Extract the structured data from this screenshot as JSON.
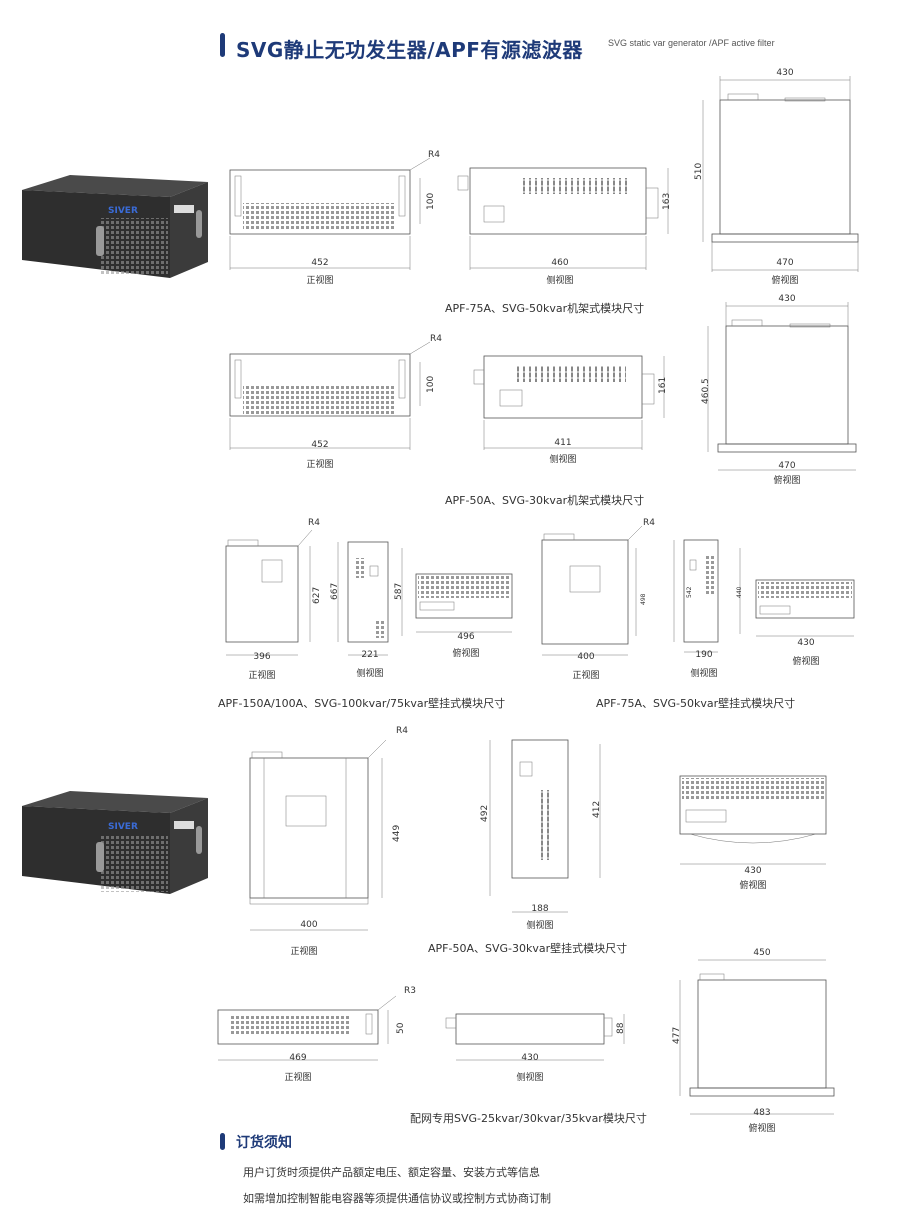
{
  "header": {
    "title": "SVG静止无功发生器/APF有源滤波器",
    "subtitle": "SVG static var generator /APF active filter"
  },
  "views": {
    "front": "正视图",
    "side": "侧视图",
    "top": "俯视图"
  },
  "sections": {
    "s1": {
      "caption": "APF-75A、SVG-50kvar机架式模块尺寸",
      "front_w": "452",
      "front_h": "100",
      "radius": "R4",
      "side_w": "460",
      "side_h": "163",
      "top_w": "470",
      "top_w2": "430",
      "top_d": "510"
    },
    "s2": {
      "caption": "APF-50A、SVG-30kvar机架式模块尺寸",
      "front_w": "452",
      "front_h": "100",
      "radius": "R4",
      "side_w": "411",
      "side_h": "161",
      "top_w": "470",
      "top_w2": "430",
      "top_d": "460.5"
    },
    "s3": {
      "caption": "APF-150A/100A、SVG-100kvar/75kvar壁挂式模块尺寸",
      "front_w": "396",
      "front_h": "627",
      "radius": "R4",
      "side_w": "221",
      "side_h": "667",
      "side_h2": "587",
      "top_w": "496"
    },
    "s4": {
      "caption": "APF-75A、SVG-50kvar壁挂式模块尺寸",
      "front_w": "400",
      "front_h": "498",
      "radius": "R4",
      "side_w": "190",
      "side_h": "542",
      "side_h2": "440",
      "top_w": "430"
    },
    "s5": {
      "caption": "APF-50A、SVG-30kvar壁挂式模块尺寸",
      "front_w": "400",
      "front_h": "449",
      "radius": "R4",
      "side_w": "188",
      "side_h": "492",
      "side_h2": "412",
      "top_w": "430"
    },
    "s6": {
      "caption": "配网专用SVG-25kvar/30kvar/35kvar模块尺寸",
      "front_w": "469",
      "front_h": "50",
      "radius": "R3",
      "side_w": "430",
      "side_h": "88",
      "top_w": "483",
      "top_w2": "450",
      "top_d": "477"
    }
  },
  "product": {
    "brand": "SIVER"
  },
  "notice": {
    "title": "订货须知",
    "lines": [
      "用户订货时须提供产品额定电压、额定容量、安装方式等信息",
      "如需增加控制智能电容器等须提供通信协议或控制方式协商订制"
    ]
  }
}
